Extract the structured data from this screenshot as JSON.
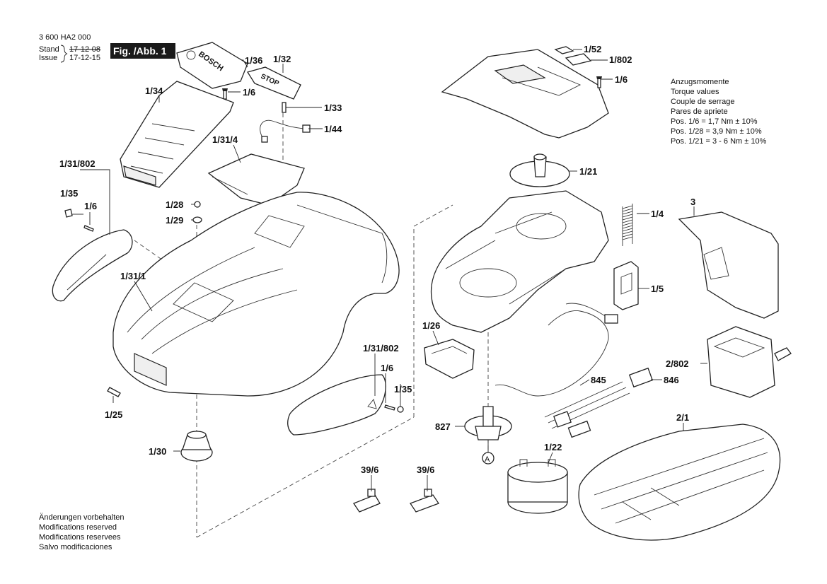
{
  "header": {
    "doc_number": "3 600 HA2 000",
    "stand_label": "Stand",
    "issue_label": "Issue",
    "stand_date": "17-12-08",
    "issue_date": "17-12-15",
    "figure_label": "Fig. /Abb. 1"
  },
  "torque": {
    "lines": [
      "Anzugsmomente",
      "Torque values",
      "Couple de serrage",
      "Pares de apriete"
    ],
    "values": [
      "Pos. 1/6   = 1,7 Nm  ± 10%",
      "Pos. 1/28 = 3,9 Nm  ± 10%",
      "Pos. 1/21 = 3 - 6 Nm  ± 10%"
    ]
  },
  "footer": {
    "lines": [
      "Änderungen vorbehalten",
      "Modifications reserved",
      "Modifications reservees",
      "Salvo modificaciones"
    ]
  },
  "part_text": {
    "bosch": "BOSCH",
    "stop": "STOP"
  },
  "callouts": {
    "c1_36": "1/36",
    "c1_32": "1/32",
    "c1_6a": "1/6",
    "c1_34": "1/34",
    "c1_33": "1/33",
    "c1_44": "1/44",
    "c1_31_4": "1/31/4",
    "c1_31_802a": "1/31/802",
    "c1_35a": "1/35",
    "c1_6b": "1/6",
    "c1_28": "1/28",
    "c1_29": "1/29",
    "c1_31_1": "1/31/1",
    "c1_25": "1/25",
    "c1_31_802b": "1/31/802",
    "c1_6c": "1/6",
    "c1_35b": "1/35",
    "c1_30": "1/30",
    "c39_6a": "39/6",
    "c39_6b": "39/6",
    "c1_52": "1/52",
    "c1_802": "1/802",
    "c1_6d": "1/6",
    "c1_21": "1/21",
    "c1_4": "1/4",
    "c3": "3",
    "c1_5": "1/5",
    "c1_26": "1/26",
    "c2_802": "2/802",
    "c845": "845",
    "c846": "846",
    "c827": "827",
    "cA": "A",
    "c1_22": "1/22",
    "c2_1": "2/1"
  }
}
